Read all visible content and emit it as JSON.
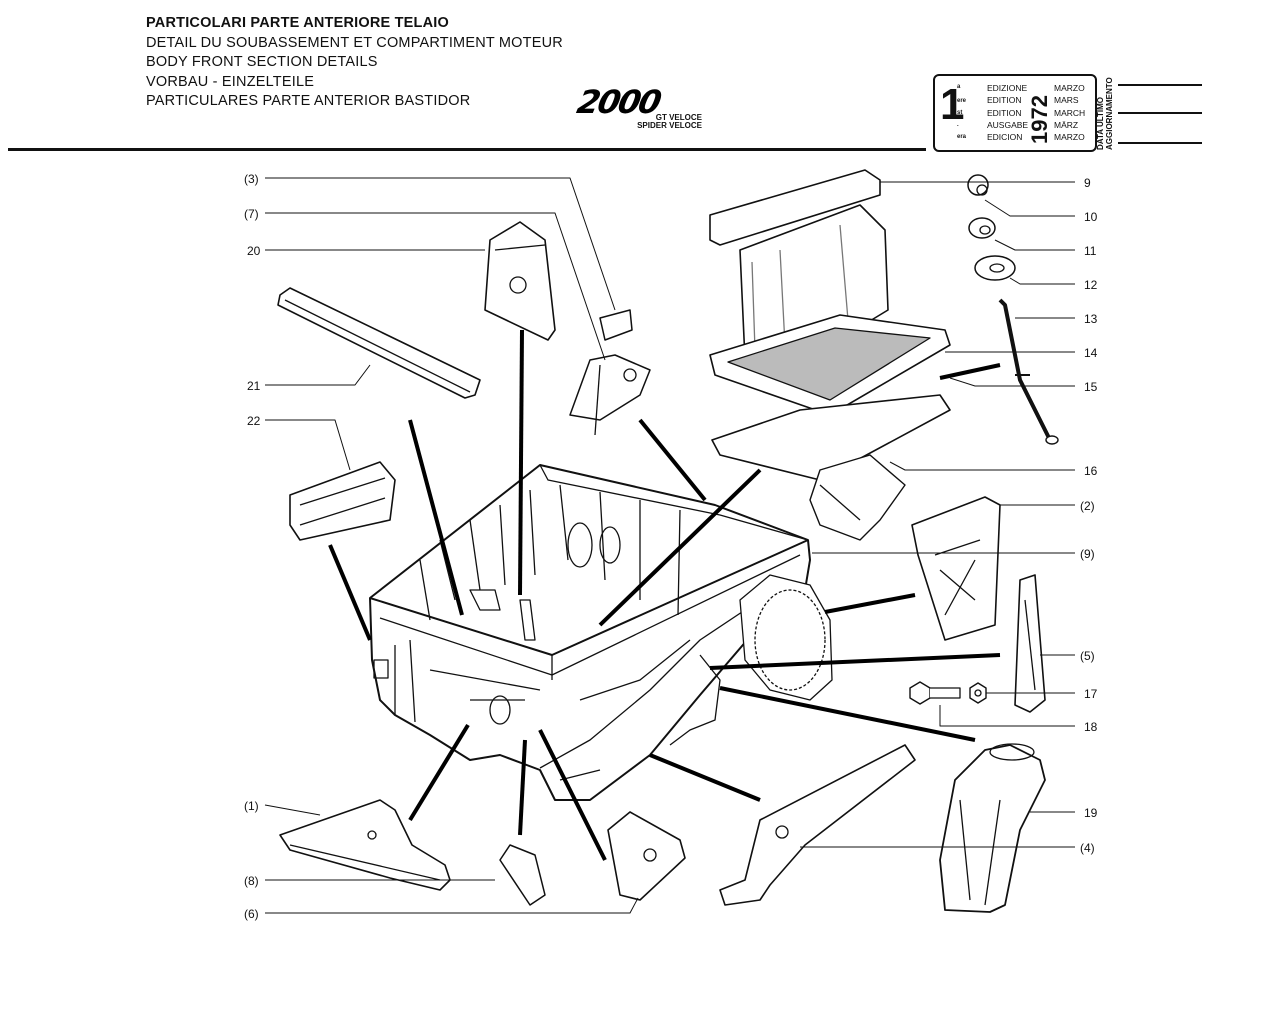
{
  "header": {
    "title_lines": [
      "PARTICOLARI PARTE ANTERIORE TELAIO",
      "DETAIL DU SOUBASSEMENT ET COMPARTIMENT MOTEUR",
      "BODY FRONT SECTION DETAILS",
      "VORBAU - EINZELTEILE",
      "PARTICULARES PARTE ANTERIOR BASTIDOR"
    ],
    "logo": "2000",
    "logo_sub": [
      "GT VELOCE",
      "SPIDER VELOCE"
    ]
  },
  "edition_box": {
    "number": "1",
    "suffixes": [
      "a",
      "ere",
      "st",
      ".",
      "era"
    ],
    "labels": [
      "EDIZIONE",
      "EDITION",
      "EDITION",
      "AUSGABE",
      "EDICION"
    ],
    "months": [
      "MARZO",
      "MARS",
      "MARCH",
      "MÄRZ",
      "MARZO"
    ],
    "year": "1972"
  },
  "update_label": [
    "DATA ULTIMO",
    "AGGIORNAMENTO"
  ],
  "callouts": [
    {
      "id": "c3",
      "label": "(3)"
    },
    {
      "id": "c7",
      "label": "(7)"
    },
    {
      "id": "c20",
      "label": "20"
    },
    {
      "id": "c21",
      "label": "21"
    },
    {
      "id": "c22",
      "label": "22"
    },
    {
      "id": "c9",
      "label": "9"
    },
    {
      "id": "c10",
      "label": "10"
    },
    {
      "id": "c11",
      "label": "11"
    },
    {
      "id": "c12",
      "label": "12"
    },
    {
      "id": "c13",
      "label": "13"
    },
    {
      "id": "c14",
      "label": "14"
    },
    {
      "id": "c15",
      "label": "15"
    },
    {
      "id": "c16",
      "label": "16"
    },
    {
      "id": "c2",
      "label": "(2)"
    },
    {
      "id": "c9b",
      "label": "(9)"
    },
    {
      "id": "c5",
      "label": "(5)"
    },
    {
      "id": "c17",
      "label": "17"
    },
    {
      "id": "c18",
      "label": "18"
    },
    {
      "id": "c19",
      "label": "19"
    },
    {
      "id": "c4",
      "label": "(4)"
    },
    {
      "id": "c1",
      "label": "(1)"
    },
    {
      "id": "c8",
      "label": "(8)"
    },
    {
      "id": "c6",
      "label": "(6)"
    }
  ],
  "colors": {
    "ink": "#111111",
    "fill": "#ffffff",
    "shade": "#555555"
  }
}
